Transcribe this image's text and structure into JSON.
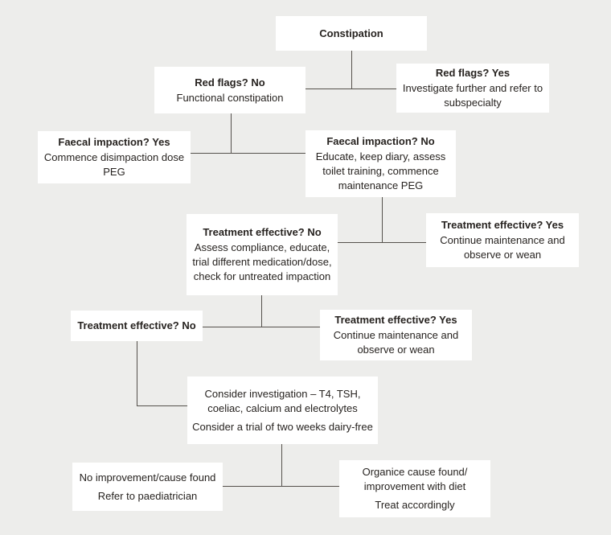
{
  "colors": {
    "background": "#ededeb",
    "box": "#ffffff",
    "line": "#55514c",
    "text": "#272320"
  },
  "nodes": {
    "constipation": {
      "title": "Constipation"
    },
    "red_flags_no": {
      "title": "Red flags? No",
      "para1": "Functional constipation"
    },
    "red_flags_yes": {
      "title": "Red flags? Yes",
      "para1": "Investigate further and refer to subspecialty"
    },
    "faecal_yes": {
      "title": "Faecal impaction? Yes",
      "para1": "Commence disimpaction dose PEG"
    },
    "faecal_no": {
      "title": "Faecal impaction? No",
      "para1": "Educate, keep diary, assess toilet training, commence maintenance PEG"
    },
    "treatment_no_1": {
      "title": "Treatment effective? No",
      "para1": "Assess compliance, educate, trial different medication/dose, check for untreated impaction"
    },
    "treatment_yes_1": {
      "title": "Treatment effective? Yes",
      "para1": "Continue maintenance and observe or wean"
    },
    "treatment_no_2": {
      "title": "Treatment effective? No"
    },
    "treatment_yes_2": {
      "title": "Treatment effective? Yes",
      "para1": "Continue maintenance and observe or wean"
    },
    "consider_investigation": {
      "para1": "Consider investigation – T4, TSH, coeliac, calcium and electrolytes",
      "para2": "Consider a trial of two weeks dairy-free"
    },
    "no_improvement": {
      "para1": "No improvement/cause found",
      "para2": "Refer to paediatrician"
    },
    "organic_cause": {
      "para1": "Organice cause found/ improvement with diet",
      "para2": "Treat accordingly"
    }
  }
}
